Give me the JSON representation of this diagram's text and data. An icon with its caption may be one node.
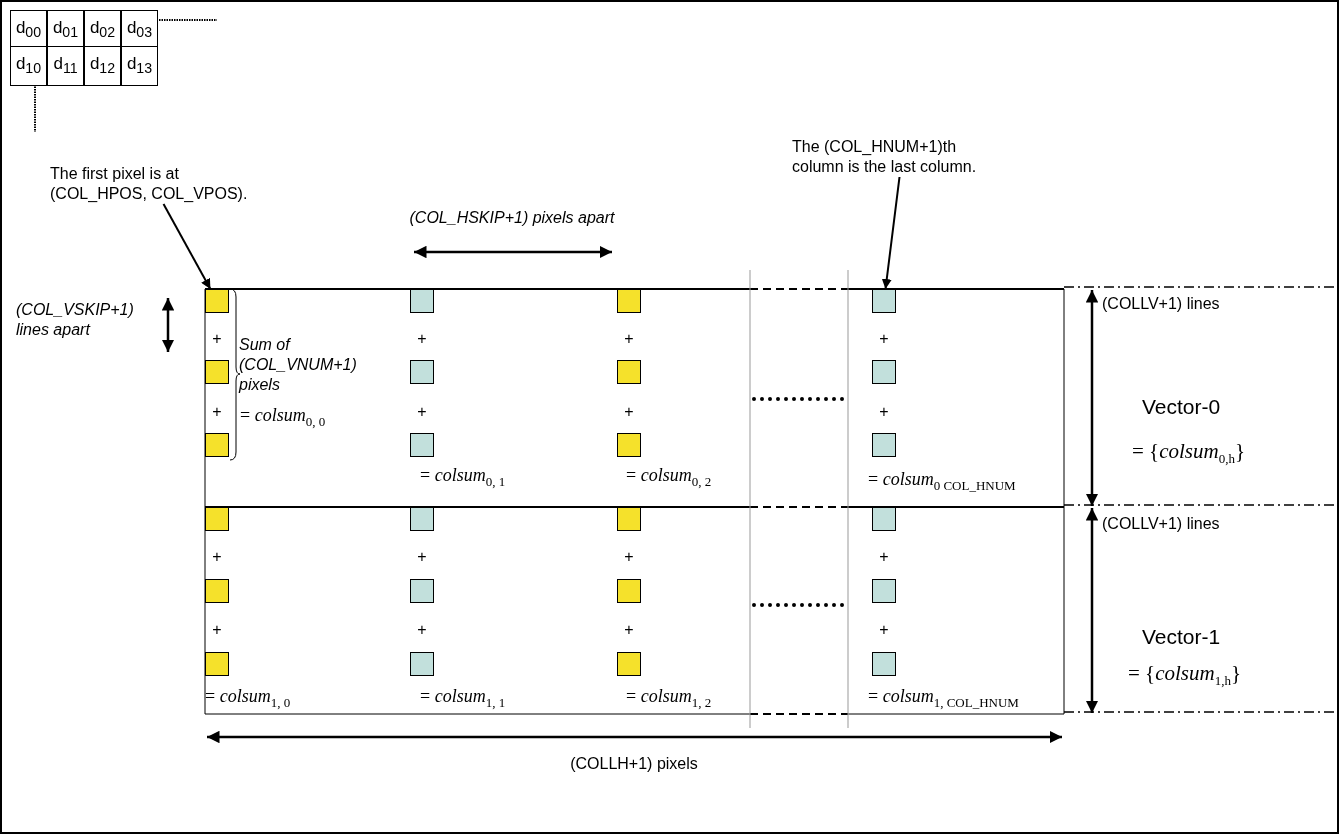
{
  "diagram": {
    "nodes": [
      {
        "text": [
          "The first pixel is at (COL_HPOS, COL_VPOS)."
        ]
      },
      {
        "text": [
          "The (COL_HNUM+1)th column is the last column."
        ]
      },
      {
        "text": [],
        "shape": "box"
      },
      {
        "text": [],
        "shape": "box"
      },
      {
        "text": [],
        "shape": "box"
      },
      {
        "text": [],
        "shape": "box"
      },
      {
        "text": [],
        "shape": "box"
      },
      {
        "text": [],
        "shape": "box"
      },
      {
        "text": [],
        "shape": "box"
      },
      {
        "text": [],
        "shape": "box"
      },
      {
        "text": [],
        "shape": "box"
      },
      {
        "text": [],
        "shape": "box"
      },
      {
        "text": [],
        "shape": "box"
      },
      {
        "text": [],
        "shape": "box"
      },
      {
        "text": [],
        "shape": "box"
      },
      {
        "text": [],
        "shape": "box"
      },
      {
        "text": [],
        "shape": "box"
      },
      {
        "text": [],
        "shape": "box"
      },
      {
        "text": [],
        "shape": "box"
      },
      {
        "text": [],
        "shape": "box"
      },
      {
        "text": [],
        "shape": "box"
      },
      {
        "text": [],
        "shape": "box"
      },
      {
        "text": [],
        "shape": "box"
      },
      {
        "text": [],
        "shape": "box"
      },
      {
        "text": [],
        "shape": "box"
      },
      {
        "text": [],
        "shape": "box"
      }
    ],
    "edges": [
      {
        "from": 0,
        "to": 2,
        "arrow": "to"
      },
      {
        "from": 1,
        "to": 5,
        "arrow": "to"
      }
    ],
    "labels": [
      "d$_{00}$",
      "d$_{01}$",
      "d$_{02}$",
      "d$_{03}$",
      "d$_{10}$",
      "d$_{11}$",
      "d$_{12}$",
      "d$_{13}$",
      "(COL_HSKIP+1) pixels apart",
      "(COL_VSKIP+1) lines apart",
      "(COLLV+1) lines",
      "+",
      "+",
      "+",
      "+",
      "Sum of (COL_VNUM+1) pixels",
      "+",
      "+",
      "+",
      "+",
      "= *colsum*$_{0, 0}$",
      "Vector-0",
      "= *colsum*$_{0, 1}$",
      "= *colsum*$_{0, 2}$",
      "= *colsum*$_{0 COL_HNUM}$",
      "= {*colsum*$_{0,h}$}",
      "(COLLV+1) lines",
      "+",
      "+",
      "+",
      "+",
      "Vector-1",
      "+",
      "+",
      "+",
      "+",
      "= {*colsum*$_{1,h}$}",
      "= *colsum*$_{1, 0}$",
      "= *colsum*$_{1, 1}$",
      "= *colsum*$_{1, 2}$",
      "= *colsum*$_{1, COL_HNUM}$",
      "(COLLH+1) pixels"
    ]
  }
}
